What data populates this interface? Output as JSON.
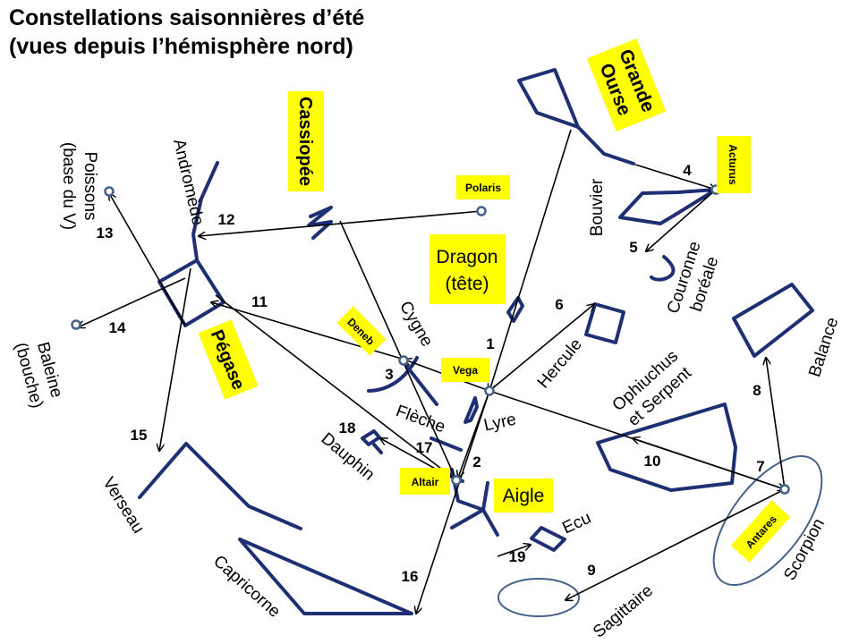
{
  "title_line1": "Constellations saisonnières d’été",
  "title_line2": "(vues depuis l’hémisphère nord)",
  "highlight_color": "#ffff00",
  "constellation_color": "#1f2f73",
  "tags": {
    "grande_ourse": [
      "Grande",
      "Ourse"
    ],
    "cassiopee": "Cassiopée",
    "polaris": "Polaris",
    "arcturus": "Acturus",
    "dragon": [
      "Dragon",
      "(tête)"
    ],
    "deneb": "Deneb",
    "vega": "Vega",
    "pegase": "Pégase",
    "altair": "Altair",
    "aigle": "Aigle",
    "antares": "Antares"
  },
  "labels": {
    "poissons": [
      "Poissons",
      "(base du V)"
    ],
    "andromede": "Andromède",
    "bouvier": "Bouvier",
    "couronne": [
      "Couronne",
      "boréale"
    ],
    "cygne": "Cygne",
    "hercule": "Hercule",
    "balance": "Balance",
    "ophiuchus": [
      "Ophiuchus",
      "et Serpent"
    ],
    "baleine": [
      "Baleine",
      "(bouche)"
    ],
    "fleche": "Flèche",
    "lyre": "Lyre",
    "dauphin": "Dauphin",
    "verseau": "Verseau",
    "ecu": "Ecu",
    "capricorne": "Capricorne",
    "sagittaire": "Sagittaire",
    "scorpion": "Scorpion"
  },
  "numbers": [
    "1",
    "2",
    "3",
    "4",
    "5",
    "6",
    "7",
    "8",
    "9",
    "10",
    "11",
    "12",
    "13",
    "14",
    "15",
    "16",
    "17",
    "18",
    "19"
  ]
}
